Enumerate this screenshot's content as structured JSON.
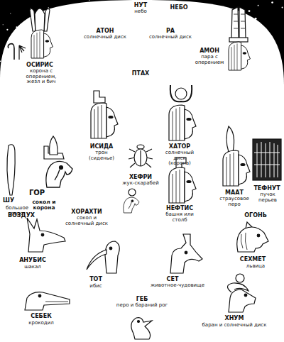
{
  "diagram": {
    "labels": [
      "НУТ",
      "небо",
      "НЕБО",
      "АТОН",
      "солнечный диск",
      "РА",
      "солнечный диск",
      "ОСИРИС",
      "корона с оперением, жезл и бич",
      "АМОН",
      "пара с оперением",
      "ПТАХ",
      "ИСИДА",
      "трон (сиденье)",
      "ХАТОР",
      "солнечный диск (корона)",
      "ХЕФРИ",
      "жук-скарабей",
      "ГОР",
      "сокол и корона",
      "ШУ",
      "большое перо",
      "ВОЗДУХ",
      "ХОРАХТИ",
      "сокол и солнечный диск",
      "НЕФТИС",
      "башня или столб",
      "МААТ",
      "страусовое перо",
      "ТЕФНУТ",
      "пучок перьев",
      "ОГОНЬ",
      "АНУБИС",
      "шакал",
      "ТОТ",
      "ибис",
      "СЕТ",
      "животное-чудовище",
      "СЕХМЕТ",
      "львица",
      "ГЕБ",
      "перо и бараний рог",
      "СЕБЕК",
      "крокодил",
      "ХНУМ",
      "баран и солнечный диск"
    ]
  }
}
